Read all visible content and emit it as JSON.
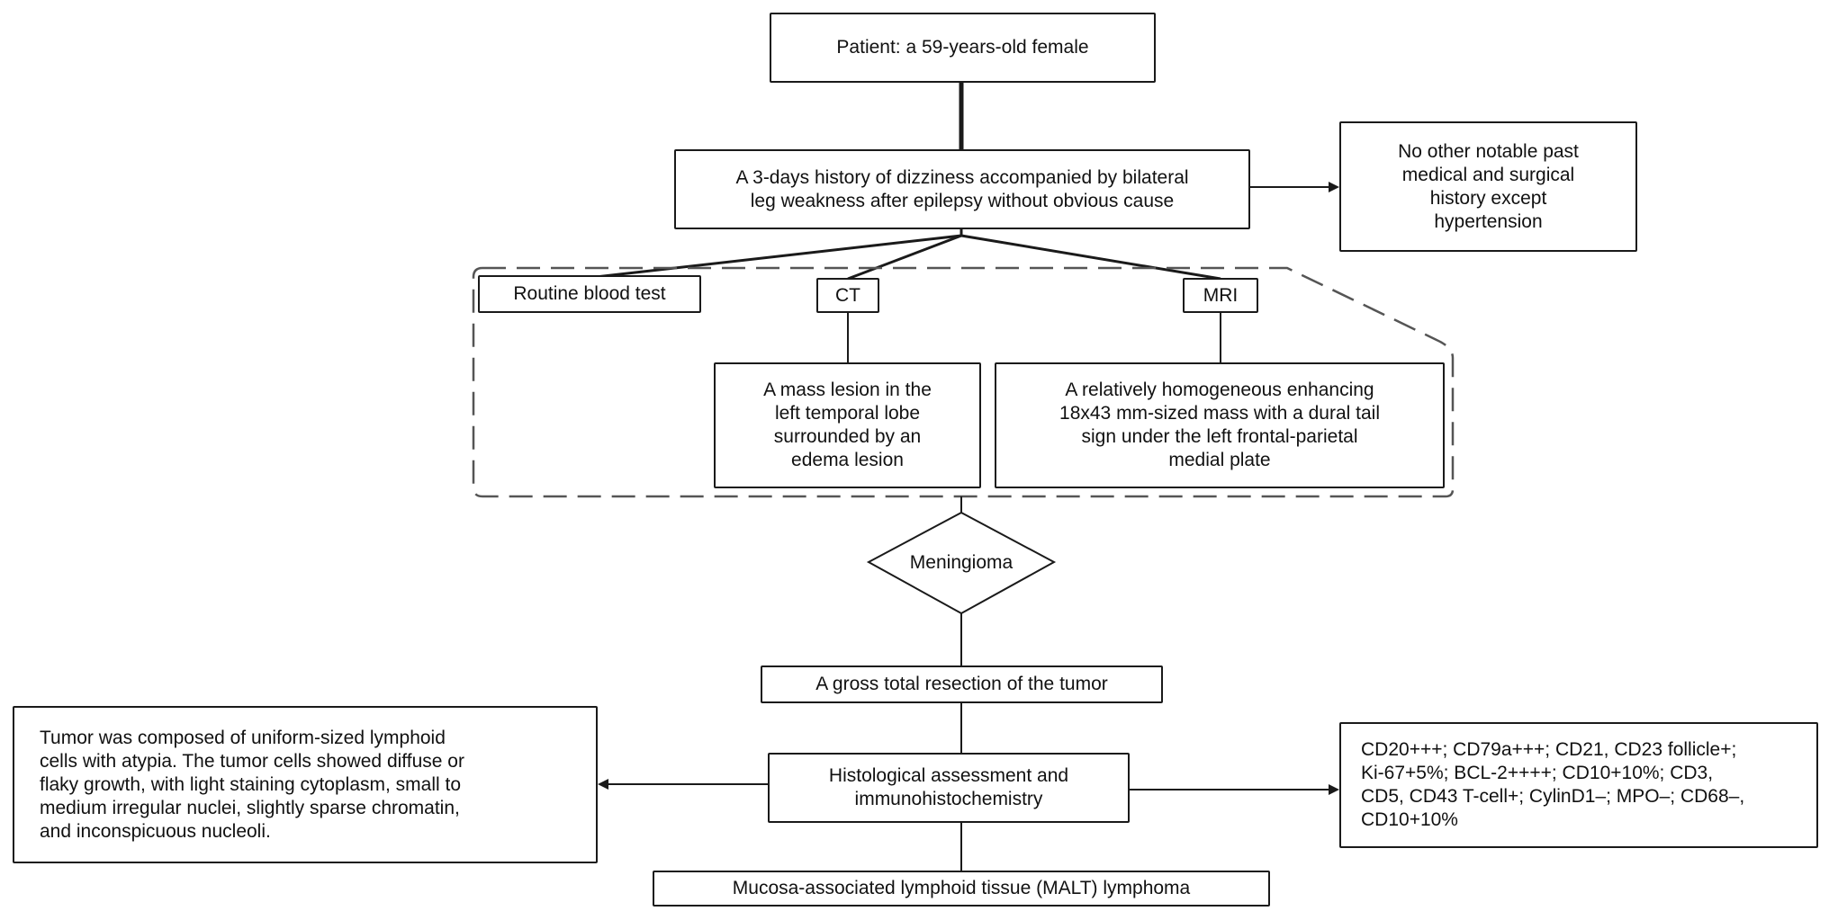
{
  "nodes": {
    "patient": "Patient: a 59-years-old female",
    "history": "A 3-days history of dizziness accompanied by bilateral\nleg weakness after epilepsy without obvious cause",
    "past_history": "No other notable past\nmedical and surgical\nhistory except\nhypertension",
    "blood_test": "Routine blood test",
    "ct": "CT",
    "mri": "MRI",
    "ct_finding": "A mass lesion in the\nleft temporal lobe\nsurrounded by an\nedema lesion",
    "mri_finding": "A relatively homogeneous enhancing\n18x43 mm-sized mass with a dural tail\nsign under the left frontal-parietal\nmedial plate",
    "meningioma": "Meningioma",
    "resection": "A gross total resection of the tumor",
    "histology": "Histological assessment and\nimmunohistochemistry",
    "histology_finding": "Tumor was composed of uniform-sized lymphoid\ncells with atypia. The tumor cells showed diffuse or\nflaky growth, with light staining cytoplasm, small to\nmedium irregular nuclei, slightly sparse chromatin,\nand inconspicuous nucleoli.",
    "ihc_finding": "CD20+++; CD79a+++; CD21, CD23 follicle+;\nKi-67+5%; BCL-2++++; CD10+10%; CD3,\nCD5, CD43 T-cell+; CylinD1–; MPO–; CD68–,\nCD10+10%",
    "diagnosis": "Mucosa-associated lymphoid tissue (MALT) lymphoma"
  }
}
